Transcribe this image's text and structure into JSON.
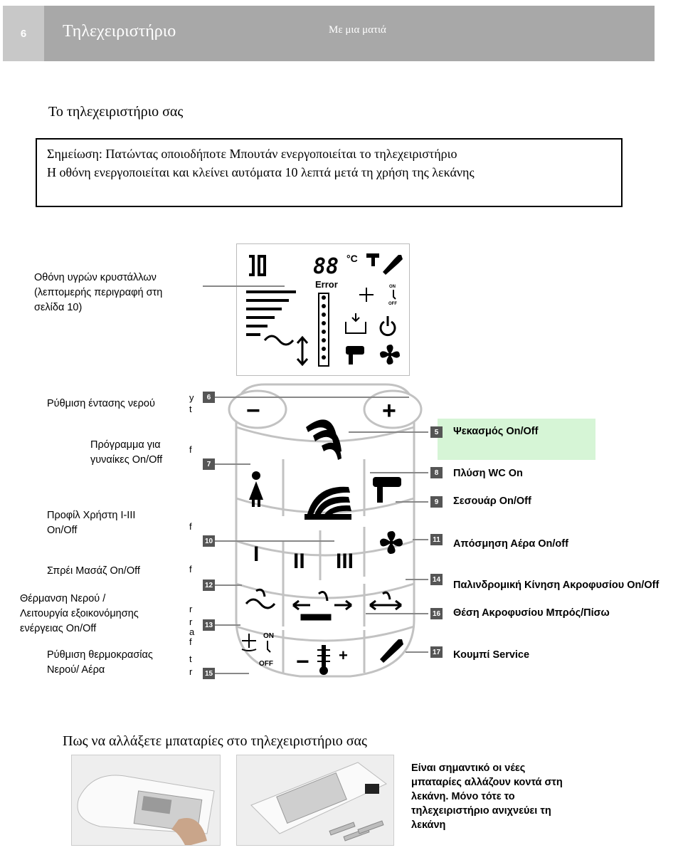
{
  "header": {
    "page_number": "6",
    "title": "Τηλεχειριστήριο",
    "subtitle": "Με μια ματιά"
  },
  "section": {
    "title": "Το τηλεχειριστήριο σας"
  },
  "note": {
    "line1": "Σημείωση: Πατώντας οποιοδήποτε Μπουτάν ενεργοποιείται το τηλεχειριστήριο",
    "line2": "Η οθόνη ενεργοποιείται και κλείνει αυτόματα 10 λεπτά μετά τη χρήση της λεκάνης"
  },
  "lcd": {
    "digits": "88",
    "unit": "°C",
    "error_text": "Error",
    "on_text": "ON",
    "off_text": "OFF"
  },
  "left_labels": {
    "lcd_display": {
      "l1": "Οθόνη υγρών κρυστάλλων",
      "l2": "(λεπτομερής περιγραφή στη",
      "l3": "σελίδα 10)"
    },
    "water_pressure": "Ρύθμιση έντασης νερού",
    "ladies_program": {
      "l1": "Πρόγραμμα για",
      "l2": "γυναίκες On/Off"
    },
    "user_profile": {
      "l1": "Προφίλ Χρήστη I-III",
      "l2": "On/Off"
    },
    "massage_spray": "Σπρέι Μασάζ On/Off",
    "water_heating": {
      "l1": "Θέρμανση Νερού /",
      "l2": "Λειτουργία εξοικονόμησης",
      "l3": "ενέργειας On/Off"
    },
    "temperature": {
      "l1": "Ρύθμιση θερμοκρασίας",
      "l2": "Νερού/ Αέρα"
    }
  },
  "right_labels": {
    "spray": "Ψεκασμός On/Off",
    "wc_rinse": "Πλύση WC On",
    "dryer": "Σεσουάρ On/Off",
    "air_deodorize": "Απόσμηση Αέρα On/off",
    "oscillating": "Παλινδρομική Κίνηση Ακροφυσίου On/Off",
    "nozzle_position": "Θέση Ακροφυσίου Μπρός/Πίσω",
    "service": "Κουμπί Service"
  },
  "badges": [
    "6",
    "7",
    "10",
    "12",
    "13",
    "15",
    "5",
    "8",
    "9",
    "11",
    "14",
    "16",
    "17"
  ],
  "remote_buttons": {
    "minus": "−",
    "plus": "+",
    "profile_1": "I",
    "profile_2": "II",
    "profile_3": "III",
    "temp_minus": "−",
    "temp_plus": "+",
    "on": "ON",
    "off": "OFF"
  },
  "cut_fragments": [
    "y",
    "t",
    "f",
    "f",
    "f",
    "r",
    "r",
    "a",
    "f",
    "t",
    "r"
  ],
  "batteries": {
    "title": "Πως να αλλάξετε μπαταρίες στο τηλεχειριστήριο σας",
    "note": {
      "l1": "Είναι σημαντικό οι νέες",
      "l2": "μπαταρίες αλλάζουν κοντά στη",
      "l3": "λεκάνη. Μόνο τότε το",
      "l4": "τηλεχειριστήριο ανιχνεύει τη",
      "l5": "λεκάνη"
    }
  },
  "colors": {
    "header_bg": "#a8a8a8",
    "page_num_bg": "#c8c8c8",
    "highlight": "#d6f5d6",
    "badge": "#555555",
    "leader_line": "#888888"
  }
}
